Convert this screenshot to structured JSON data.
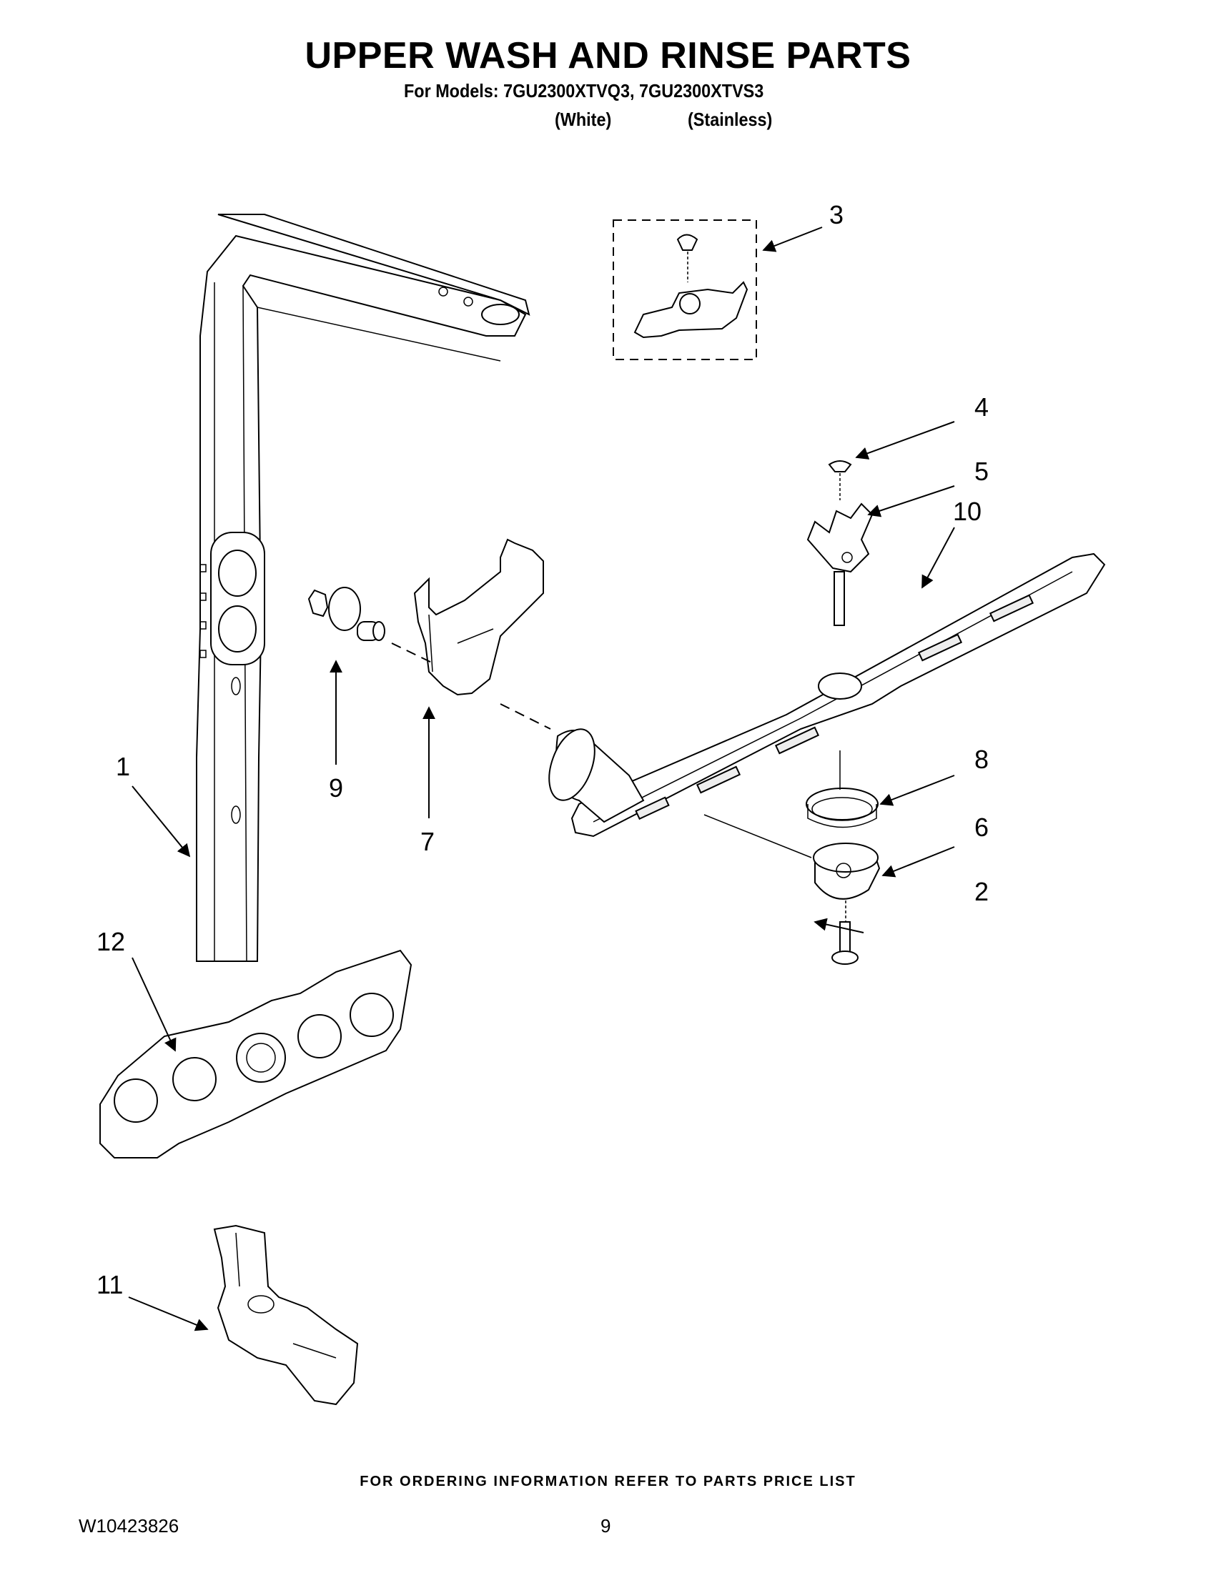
{
  "header": {
    "title": "UPPER WASH AND RINSE PARTS",
    "subtitle": "For Models: 7GU2300XTVQ3, 7GU2300XTVS3",
    "variant_white": "(White)",
    "variant_stainless": "(Stainless)"
  },
  "callouts": [
    "1",
    "2",
    "3",
    "4",
    "5",
    "6",
    "7",
    "8",
    "9",
    "10",
    "11",
    "12"
  ],
  "footer": {
    "note": "FOR ORDERING INFORMATION REFER TO PARTS PRICE LIST",
    "document_number": "W10423826",
    "page_number": "9"
  }
}
